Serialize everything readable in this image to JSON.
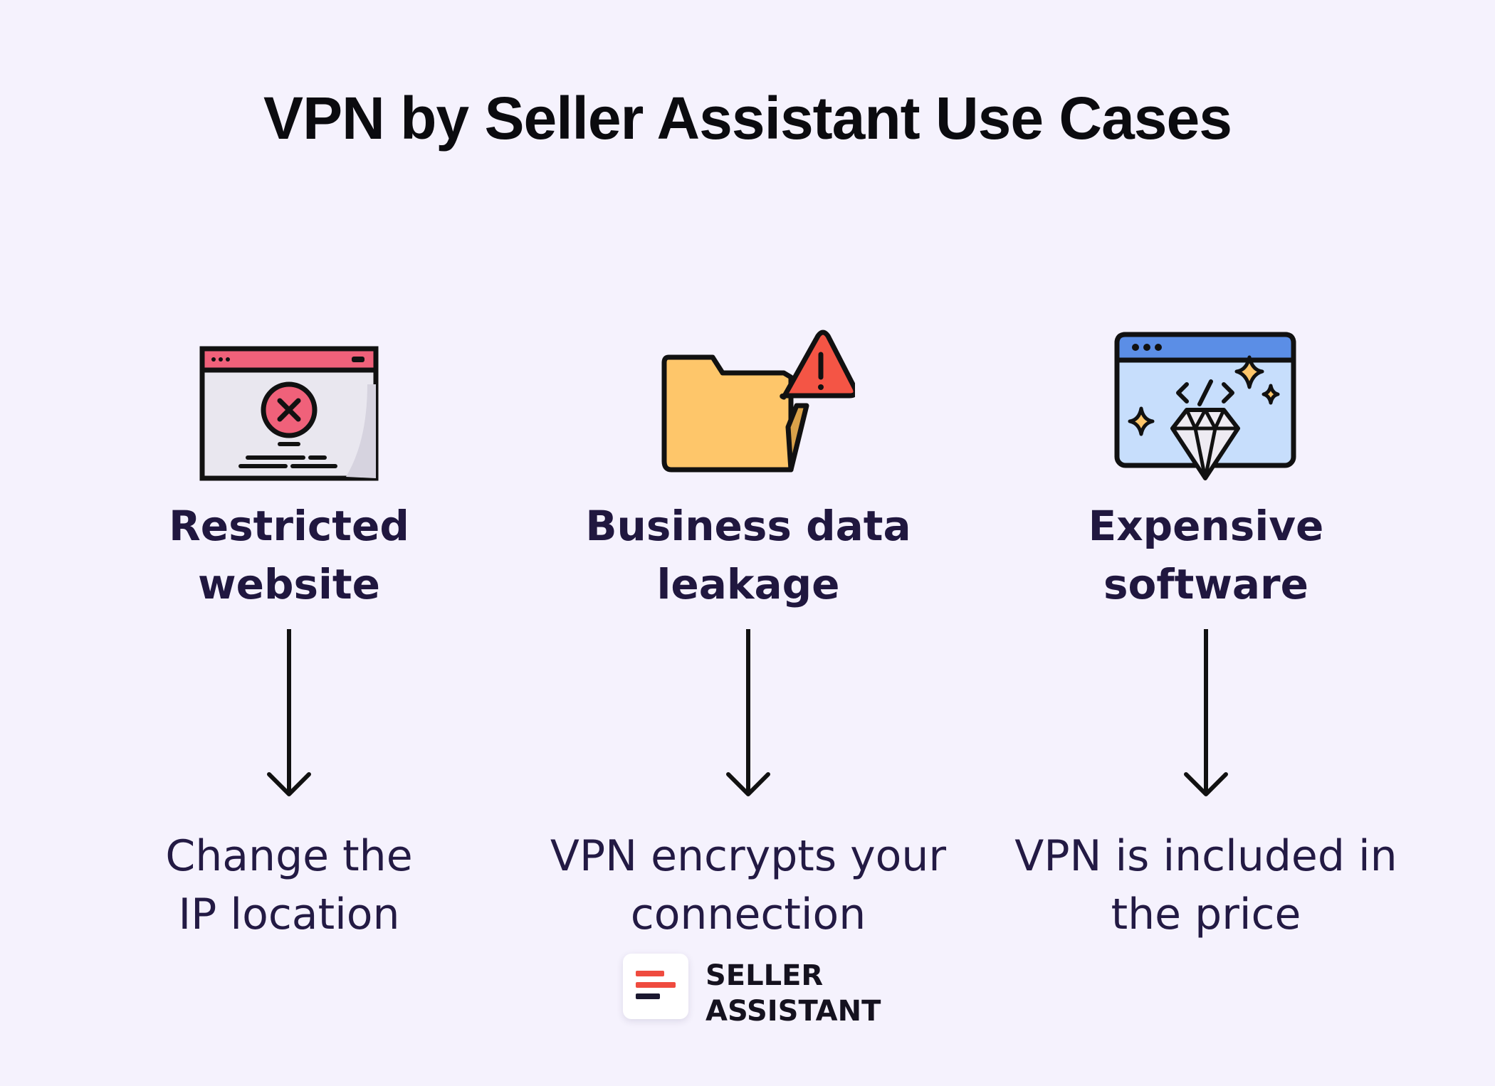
{
  "title": "VPN by Seller Assistant Use Cases",
  "use_cases": [
    {
      "icon": "restricted-website-icon",
      "heading": [
        "Restricted",
        "website"
      ],
      "result": [
        "Change the",
        "IP location"
      ]
    },
    {
      "icon": "folder-warning-icon",
      "heading": [
        "Business data",
        "leakage"
      ],
      "result": [
        "VPN encrypts your",
        "connection"
      ]
    },
    {
      "icon": "diamond-software-icon",
      "heading": [
        "Expensive",
        "software"
      ],
      "result": [
        "VPN is included in",
        "the price"
      ]
    }
  ],
  "logo": {
    "line1": "SELLER",
    "line2": "ASSISTANT"
  },
  "colors": {
    "background": "#f5f2fd",
    "heading": "#20173f",
    "brand_red": "#ef4b3f",
    "brand_dark": "#1b1830"
  }
}
